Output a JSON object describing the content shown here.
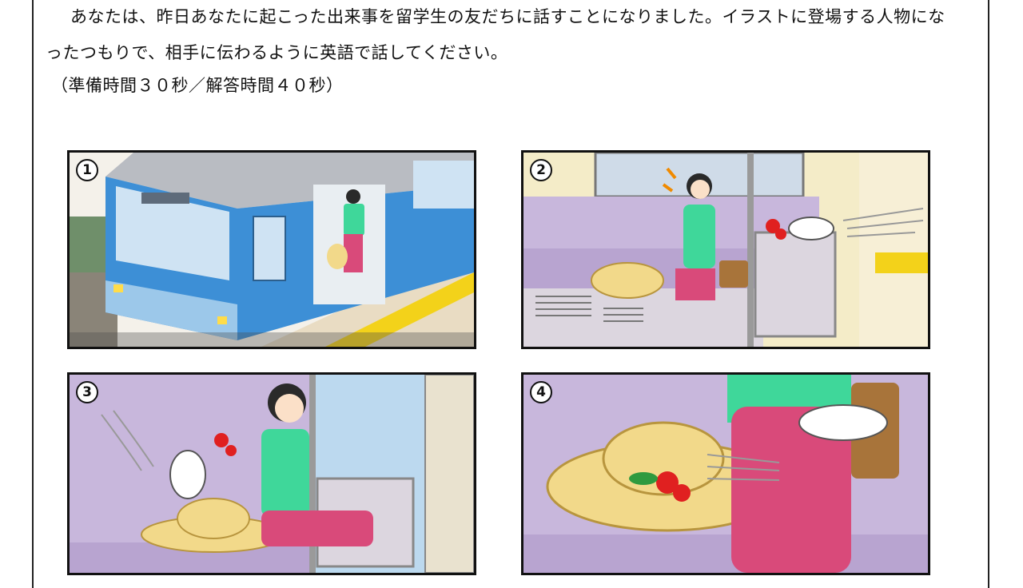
{
  "instructions": {
    "line1": "あなたは、昨日あなたに起こった出来事を留学生の友だちに話すことになりました。イラストに登場する人物にな",
    "line2": "ったつもりで、相手に伝わるように英語で話してください。",
    "line3": "（準備時間３０秒／解答時間４０秒）"
  },
  "panels": [
    {
      "number": "1",
      "icon": "train-boarding-scene"
    },
    {
      "number": "2",
      "icon": "dove-with-flower-scene"
    },
    {
      "number": "3",
      "icon": "dove-on-hat-scene"
    },
    {
      "number": "4",
      "icon": "hat-left-behind-scene"
    }
  ],
  "colors": {
    "train_blue": "#3d8fd6",
    "seat_purple": "#c8b7dc",
    "shirt_green": "#3fd79a",
    "pants_pink": "#d94a7a",
    "platform_yellow": "#f3d21a",
    "hat_straw": "#f2d98a"
  }
}
